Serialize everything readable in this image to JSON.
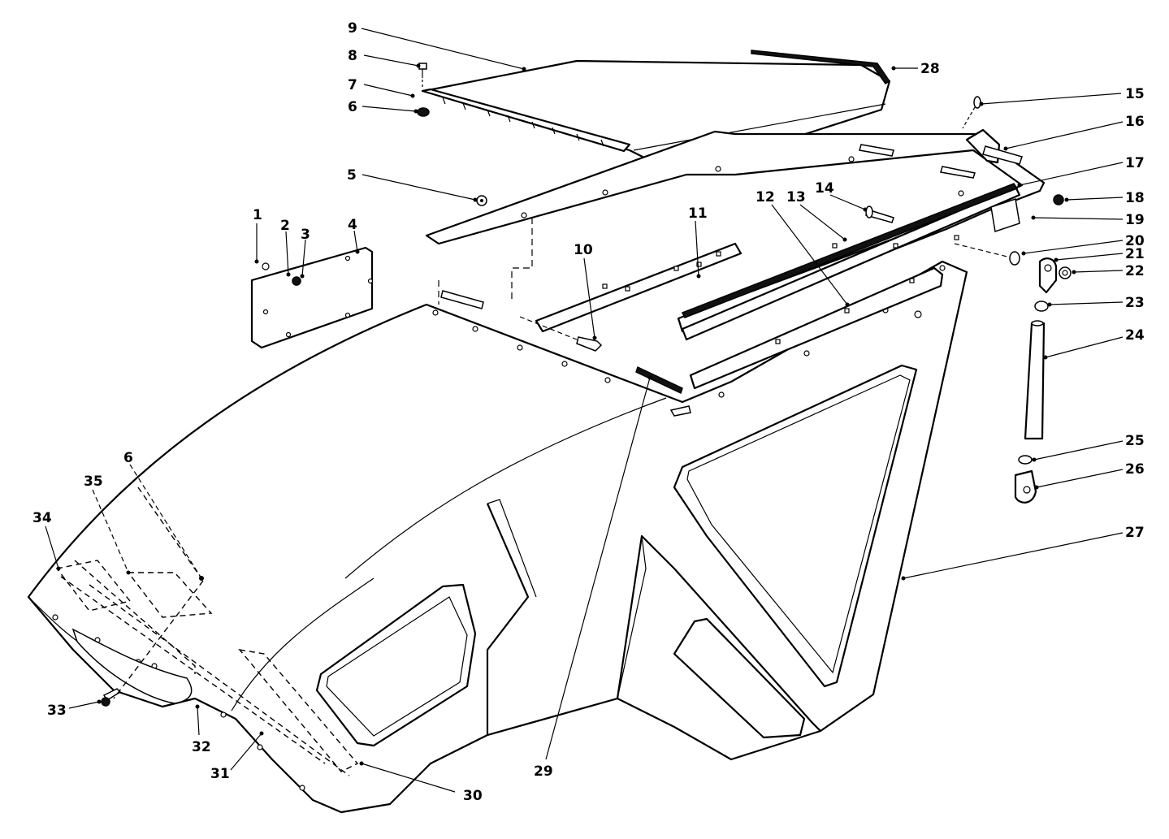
{
  "diagram": {
    "callouts": [
      {
        "id": "1",
        "text": "1"
      },
      {
        "id": "2",
        "text": "2"
      },
      {
        "id": "3",
        "text": "3"
      },
      {
        "id": "4",
        "text": "4"
      },
      {
        "id": "5",
        "text": "5"
      },
      {
        "id": "6a",
        "text": "6"
      },
      {
        "id": "6b",
        "text": "6"
      },
      {
        "id": "7",
        "text": "7"
      },
      {
        "id": "8",
        "text": "8"
      },
      {
        "id": "9",
        "text": "9"
      },
      {
        "id": "10",
        "text": "10"
      },
      {
        "id": "11",
        "text": "11"
      },
      {
        "id": "12",
        "text": "12"
      },
      {
        "id": "13",
        "text": "13"
      },
      {
        "id": "14",
        "text": "14"
      },
      {
        "id": "15",
        "text": "15"
      },
      {
        "id": "16",
        "text": "16"
      },
      {
        "id": "17",
        "text": "17"
      },
      {
        "id": "18",
        "text": "18"
      },
      {
        "id": "19",
        "text": "19"
      },
      {
        "id": "20",
        "text": "20"
      },
      {
        "id": "21",
        "text": "21"
      },
      {
        "id": "22",
        "text": "22"
      },
      {
        "id": "23",
        "text": "23"
      },
      {
        "id": "24",
        "text": "24"
      },
      {
        "id": "25",
        "text": "25"
      },
      {
        "id": "26",
        "text": "26"
      },
      {
        "id": "27",
        "text": "27"
      },
      {
        "id": "28",
        "text": "28"
      },
      {
        "id": "29",
        "text": "29"
      },
      {
        "id": "30",
        "text": "30"
      },
      {
        "id": "31",
        "text": "31"
      },
      {
        "id": "32",
        "text": "32"
      },
      {
        "id": "33",
        "text": "33"
      },
      {
        "id": "34",
        "text": "34"
      },
      {
        "id": "35",
        "text": "35"
      }
    ]
  }
}
